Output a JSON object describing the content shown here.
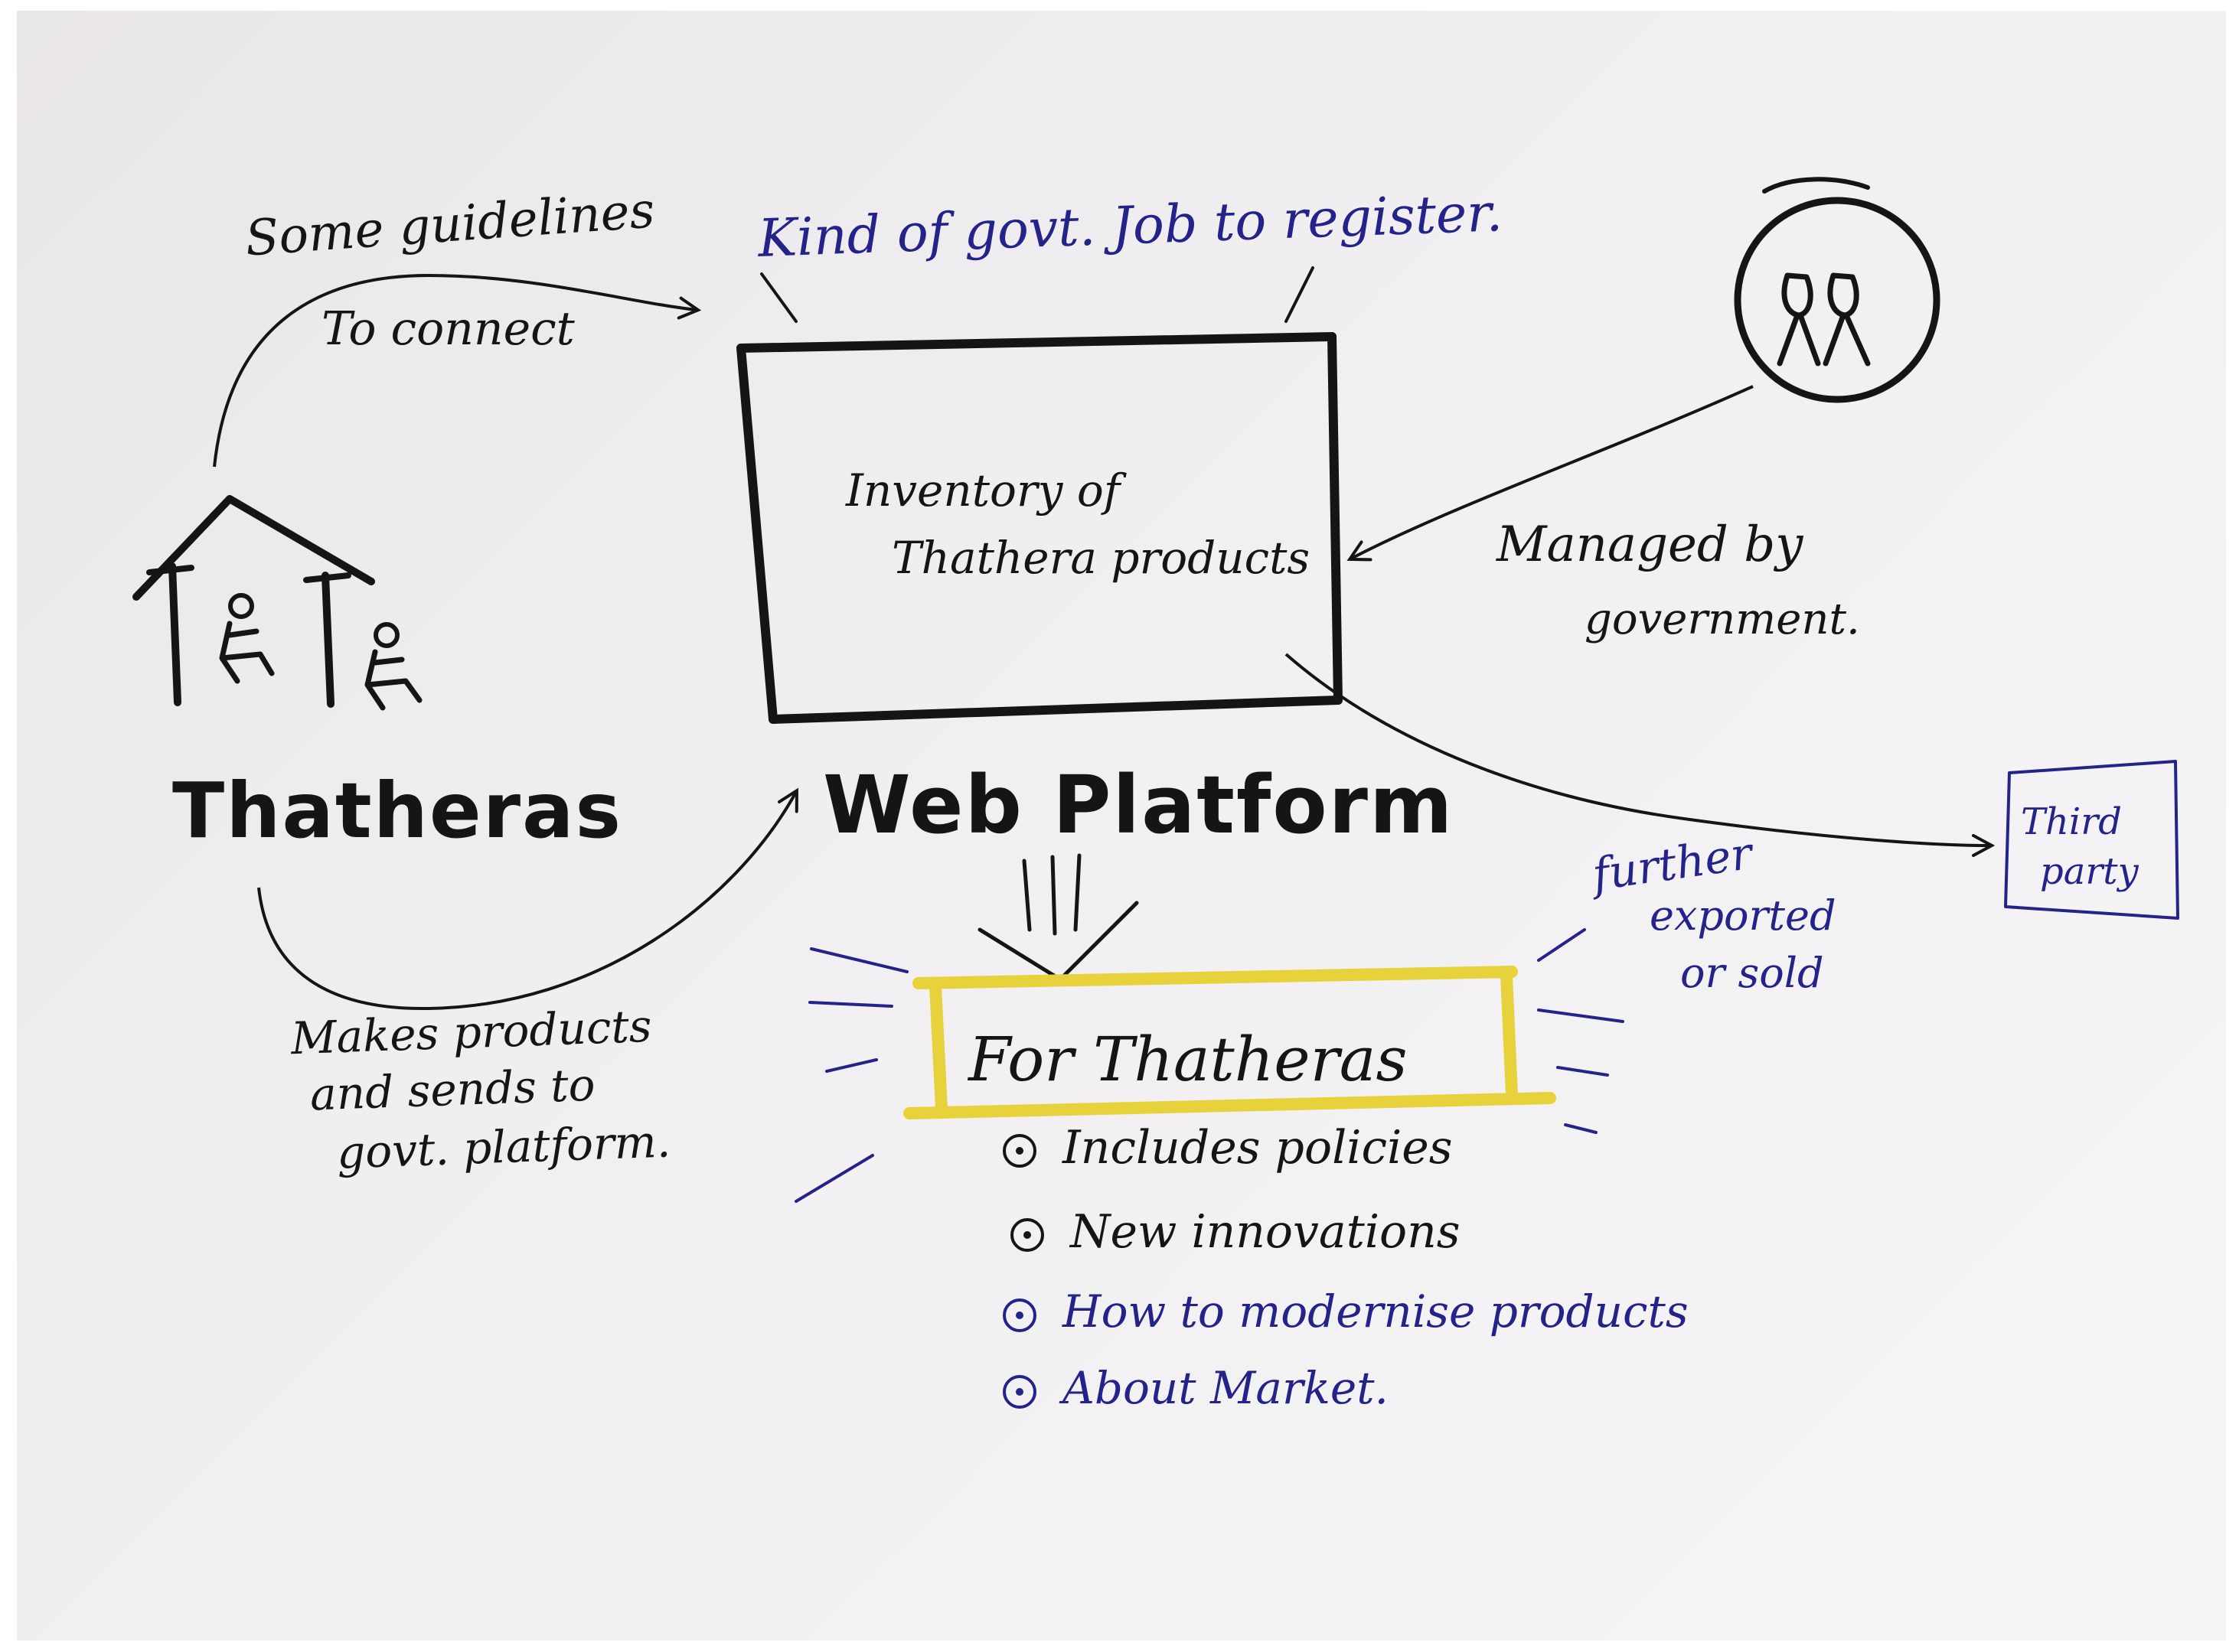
{
  "diagram": {
    "top_label": "Kind of govt. Job to register.",
    "guidelines_label": "Some guidelines",
    "connect_label": "To connect",
    "inventory_label_line1": "Inventory of",
    "inventory_label_line2": "Thathera products",
    "managed_label_line1": "Managed by",
    "managed_label_line2": "government.",
    "thatheras_label": "Thatheras",
    "platform_label": "Web Platform",
    "makes_label_line1": "Makes products",
    "makes_label_line2": "and sends to",
    "makes_label_line3": "govt. platform.",
    "third_party_line1": "Third",
    "third_party_line2": "party",
    "further_line1": "further",
    "further_line2": "exported",
    "further_line3": "or sold",
    "for_thatheras_label": "For Thatheras",
    "bullets": [
      {
        "text": "Includes policies",
        "ink": "#151515"
      },
      {
        "text": "New innovations",
        "ink": "#151515"
      },
      {
        "text": "How to modernise products",
        "ink": "#23238a"
      },
      {
        "text": "About Market.",
        "ink": "#23238a"
      }
    ]
  },
  "colors": {
    "paper": "#eeecee",
    "black_ink": "#151515",
    "blue_ink": "#23238a",
    "yellow_highlight": "#e8d23c"
  },
  "icons": [
    "house-with-artisans-icon",
    "government-people-icon"
  ]
}
